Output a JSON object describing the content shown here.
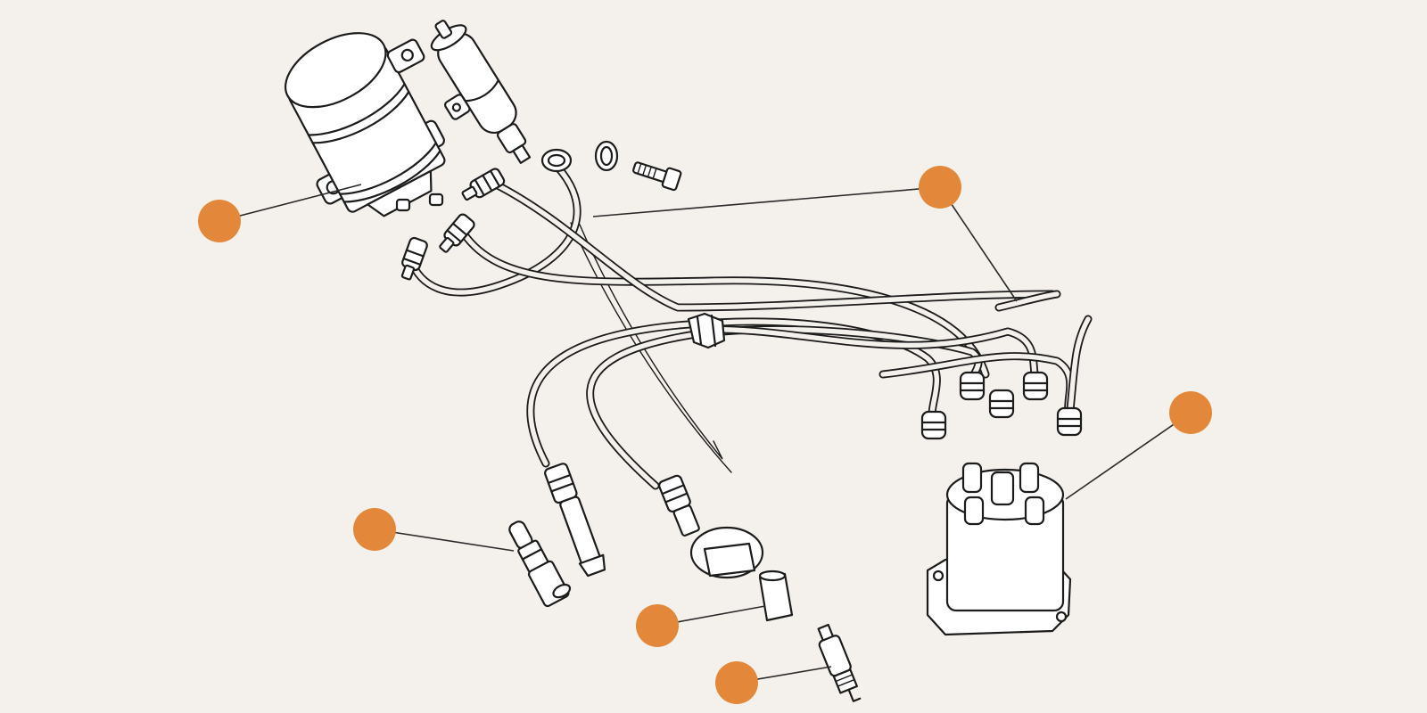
{
  "diagram": {
    "subject": "ignition-system-exploded-view",
    "colors": {
      "background": "#f4f0eb",
      "hotspot": "#e3883a",
      "linework": "#1c1c1c",
      "part_fill": "#ffffff"
    },
    "hotspots": [
      {
        "name": "hotspot-ignition-coil",
        "part": "ignition-coil"
      },
      {
        "name": "hotspot-ignition-wires",
        "part": "ignition-wire-set"
      },
      {
        "name": "hotspot-distributor-cap",
        "part": "distributor-cap"
      },
      {
        "name": "hotspot-wire-end-connector",
        "part": "spark-plug-wire-terminal"
      },
      {
        "name": "hotspot-terminal-boot",
        "part": "terminal-boot"
      },
      {
        "name": "hotspot-spark-plug",
        "part": "spark-plug"
      }
    ]
  }
}
